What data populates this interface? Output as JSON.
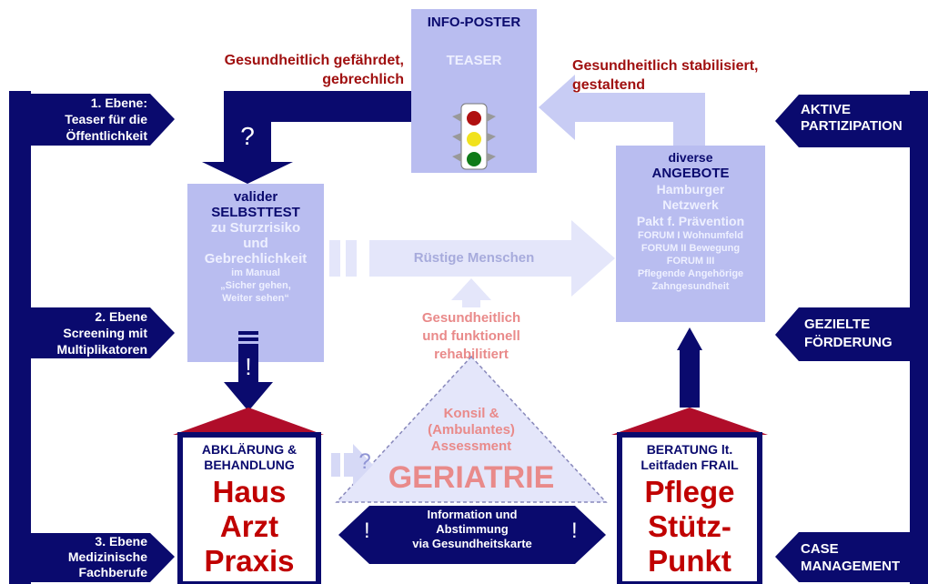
{
  "poster": {
    "title": "INFO-POSTER",
    "teaser": "TEASER"
  },
  "red_left": [
    "Gesundheitlich gefährdet,",
    "gebrechlich"
  ],
  "red_right": [
    "Gesundheitlich stabilisiert,",
    "gestaltend"
  ],
  "question_mark_top": "?",
  "levels": {
    "level1": [
      "1. Ebene:",
      "Teaser für die",
      "Öffentlichkeit"
    ],
    "level2": [
      "2. Ebene",
      "Screening mit",
      "Multiplikatoren"
    ],
    "level3": [
      "3. Ebene",
      "Medizinische",
      "Fachberufe"
    ]
  },
  "right_tags": {
    "aktive": [
      "AKTIVE",
      "PARTIZIPATION"
    ],
    "gezielte": [
      "GEZIELTE",
      "FÖRDERUNG"
    ],
    "case": [
      "CASE",
      "MANAGEMENT"
    ]
  },
  "selbsttest": {
    "line1": "valider",
    "line2": "SELBSTTEST",
    "line3": "zu Sturzrisiko",
    "line4": "und",
    "line5": "Gebrechlichkeit",
    "line6": "im Manual",
    "line7": "„Sicher gehen,",
    "line8": "Weiter sehen“"
  },
  "exclamation_left": "!",
  "angebote": {
    "line1": "diverse",
    "line2": "ANGEBOTE",
    "line3": "Hamburger",
    "line4": "Netzwerk",
    "line5": "Pakt f. Prävention",
    "line6": "FORUM I Wohnumfeld",
    "line7": "FORUM II Bewegung",
    "line8": "FORUM III",
    "line9": "Pflegende Angehörige",
    "line10": "Zahngesundheit"
  },
  "ruestige": "Rüstige Menschen",
  "rehab": [
    "Gesundheitlich",
    "und funktionell",
    "rehabilitiert"
  ],
  "geriatrie": {
    "line1": "Konsil &",
    "line2": "(Ambulantes)",
    "line3": "Assessment",
    "big": "GERIATRIE"
  },
  "question_mark_mid": "?",
  "hausarzt": {
    "header1": "ABKLÄRUNG &",
    "header2": "BEHANDLUNG",
    "big1": "Haus",
    "big2": "Arzt",
    "big3": "Praxis"
  },
  "pflege": {
    "header1": "BERATUNG lt.",
    "header2": "Leitfaden FRAIL",
    "big1": "Pflege",
    "big2": "Stütz-",
    "big3": "Punkt"
  },
  "info_banner": {
    "line1": "Information und",
    "line2": "Abstimmung",
    "line3": "via Gesundheitskarte",
    "excl": "!"
  },
  "colors": {
    "navy": "#0a0a6e",
    "lavender": "#b9bdf0",
    "red": "#a01010",
    "pink": "#e98a8a"
  }
}
